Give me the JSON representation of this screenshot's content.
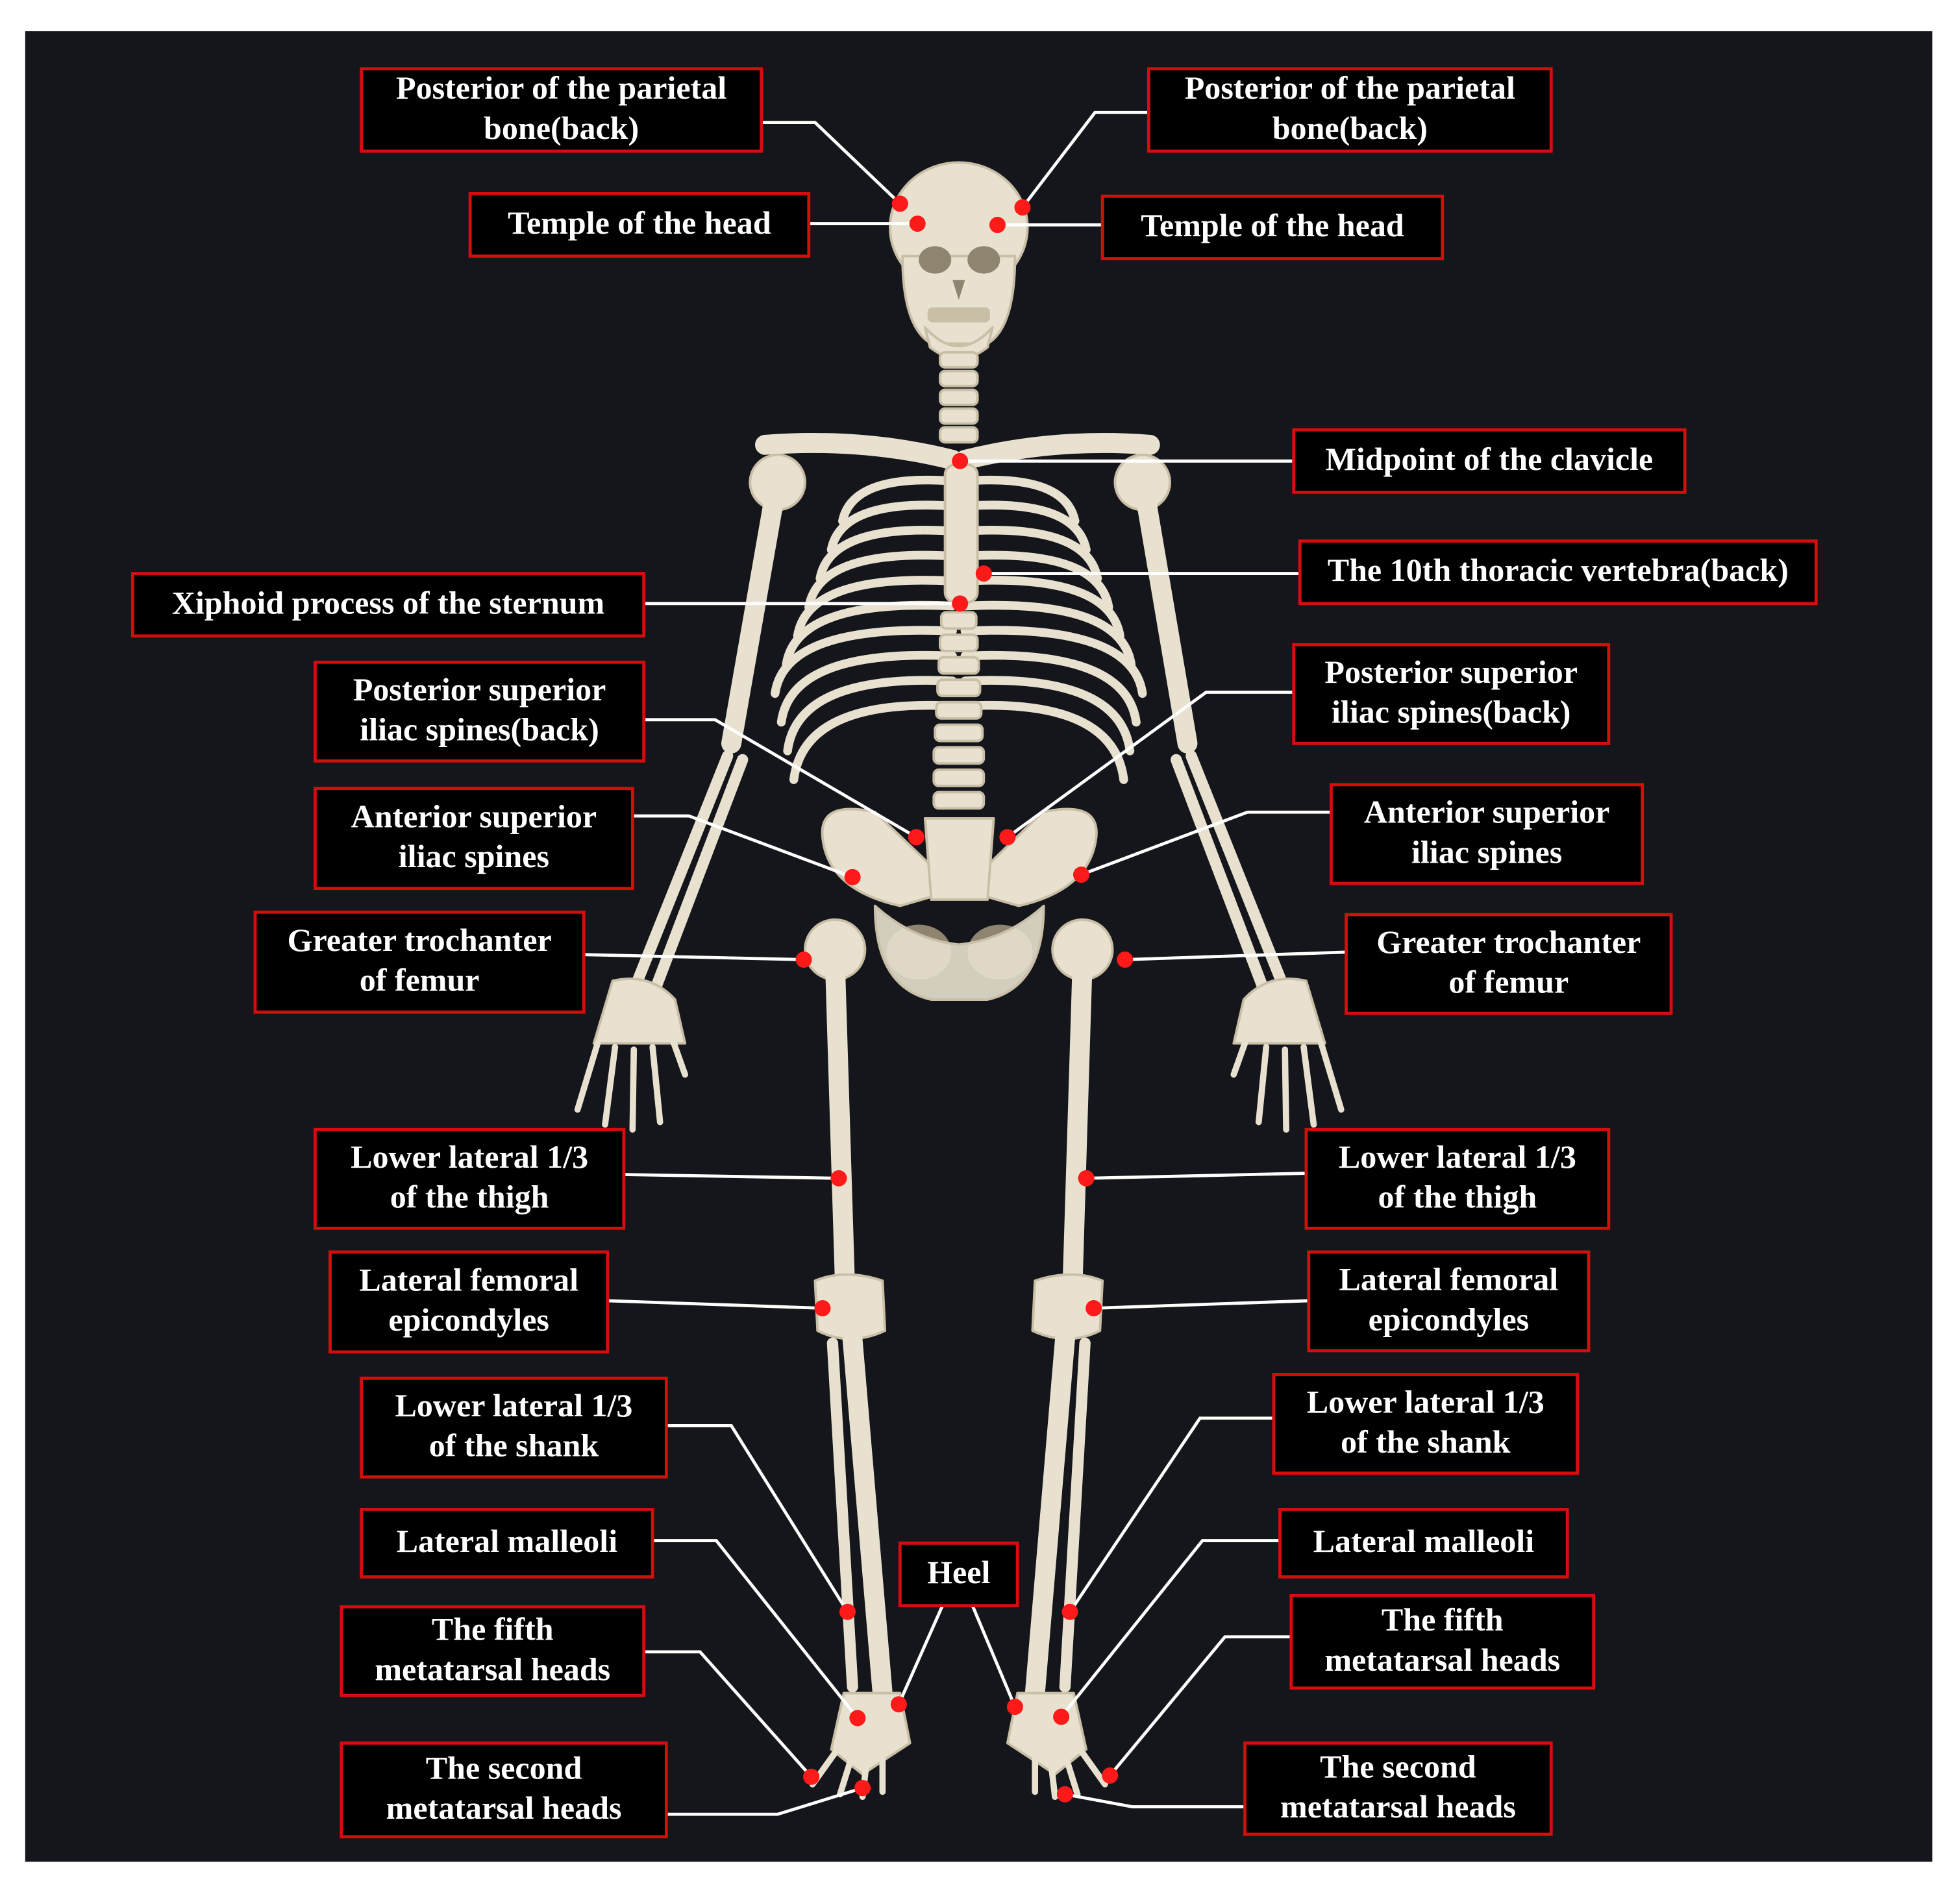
{
  "colors": {
    "panel": "#14161c",
    "bone": "#e8e1cf",
    "bone_shade": "#c9bfa6",
    "bone_dark": "#8e8470",
    "marker": "#ff1a1a",
    "label_border": "#d40d0d",
    "label_fill": "#000000",
    "label_text": "#ffffff",
    "leader": "#ffffff"
  },
  "labels": {
    "parietal_left": [
      "Posterior of the parietal",
      "bone(back)"
    ],
    "parietal_right": [
      "Posterior of the parietal",
      "bone(back)"
    ],
    "temple_left": [
      "Temple of the head"
    ],
    "temple_right": [
      "Temple of the head"
    ],
    "clavicle": [
      "Midpoint of the clavicle"
    ],
    "thoracic_10": [
      "The 10th thoracic vertebra(back)"
    ],
    "xiphoid": [
      "Xiphoid process of the sternum"
    ],
    "psis_left": [
      "Posterior superior",
      "iliac spines(back)"
    ],
    "psis_right": [
      "Posterior superior",
      "iliac spines(back)"
    ],
    "asis_left": [
      "Anterior superior",
      "iliac spines"
    ],
    "asis_right": [
      "Anterior superior",
      "iliac spines"
    ],
    "trochanter_left": [
      "Greater trochanter",
      "of femur"
    ],
    "trochanter_right": [
      "Greater trochanter",
      "of femur"
    ],
    "thigh_left": [
      "Lower lateral 1/3",
      "of the thigh"
    ],
    "thigh_right": [
      "Lower lateral 1/3",
      "of the thigh"
    ],
    "epicondyle_left": [
      "Lateral femoral",
      "epicondyles"
    ],
    "epicondyle_right": [
      "Lateral femoral",
      "epicondyles"
    ],
    "shank_left": [
      "Lower lateral 1/3",
      "of the shank"
    ],
    "shank_right": [
      "Lower lateral 1/3",
      "of the shank"
    ],
    "malleoli_left": [
      "Lateral malleoli"
    ],
    "malleoli_right": [
      "Lateral malleoli"
    ],
    "heel": [
      "Heel"
    ],
    "meta5_left": [
      "The fifth",
      "metatarsal heads"
    ],
    "meta5_right": [
      "The fifth",
      "metatarsal heads"
    ],
    "meta2_left": [
      "The second",
      "metatarsal heads"
    ],
    "meta2_right": [
      "The second",
      "metatarsal heads"
    ]
  }
}
